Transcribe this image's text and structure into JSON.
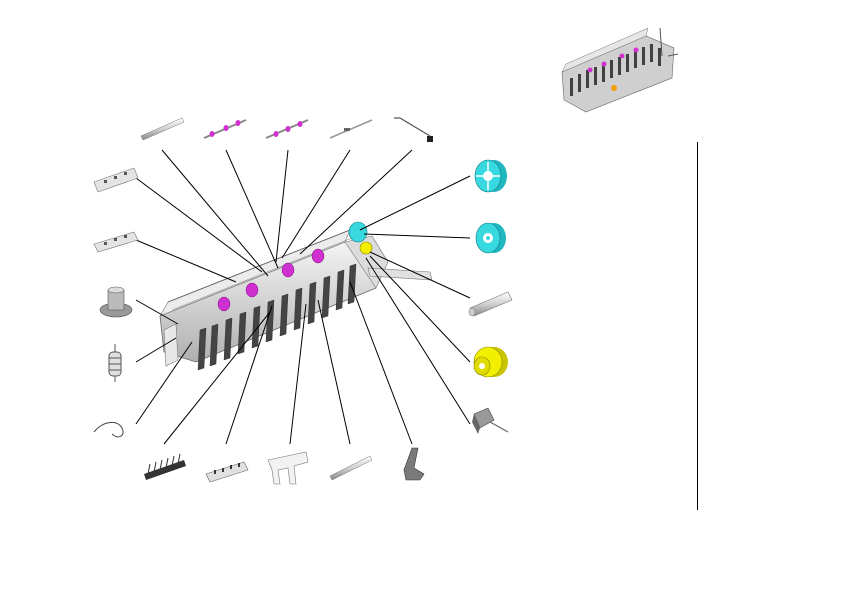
{
  "colors": {
    "line": "#000000",
    "highlight_magenta": "#d030d0",
    "highlight_cyan": "#38d8e0",
    "highlight_yellow": "#f2f000",
    "part_gray": "#c8c8c8",
    "part_dark": "#404040"
  },
  "diagram": {
    "parts_top": [
      "rod",
      "roller-shaft-a",
      "roller-shaft-b",
      "guide-rail",
      "cable-arm"
    ],
    "parts_left": [
      "plate-a",
      "plate-b",
      "knob",
      "spring",
      "wire-spring"
    ],
    "parts_bottom": [
      "comb-spring",
      "comb-plate",
      "bracket-plate",
      "pin-shaft",
      "lever"
    ],
    "parts_right": [
      "cyan-gear-front",
      "cyan-gear-rear",
      "shaft-sleeve",
      "yellow-gear",
      "sensor-block"
    ]
  }
}
